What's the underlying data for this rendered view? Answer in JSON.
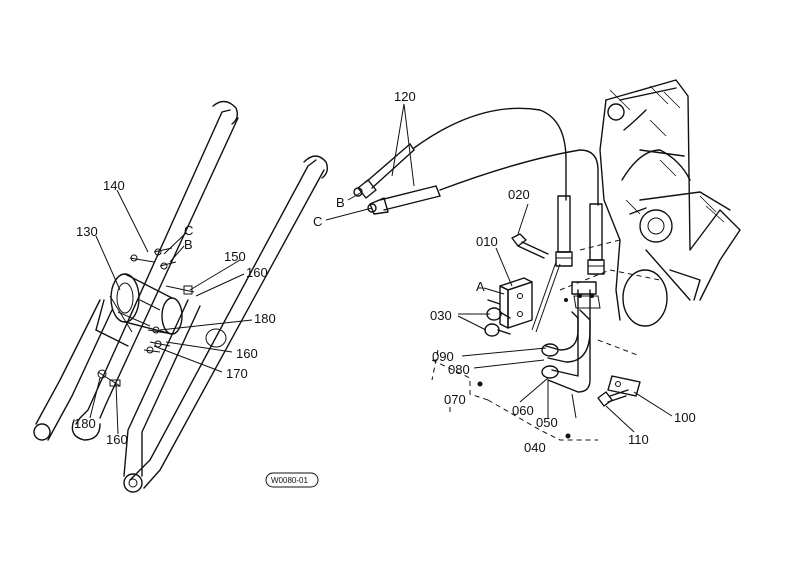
{
  "labels": {
    "p120": "120",
    "pB_hose": "B",
    "pC_hose": "C",
    "p020": "020",
    "p010": "010",
    "pA": "A",
    "p030": "030",
    "p090": "090",
    "p080": "080",
    "p070": "070",
    "p060": "060",
    "p050": "050",
    "p040": "040",
    "p100": "100",
    "p110": "110",
    "p140": "140",
    "p130": "130",
    "pC_arm": "C",
    "pB_arm": "B",
    "p150": "150",
    "p160a": "160",
    "p180a": "180",
    "p160b": "160",
    "p170": "170",
    "p180b": "180",
    "p160c": "160",
    "drawing_code": "W0080-01"
  }
}
